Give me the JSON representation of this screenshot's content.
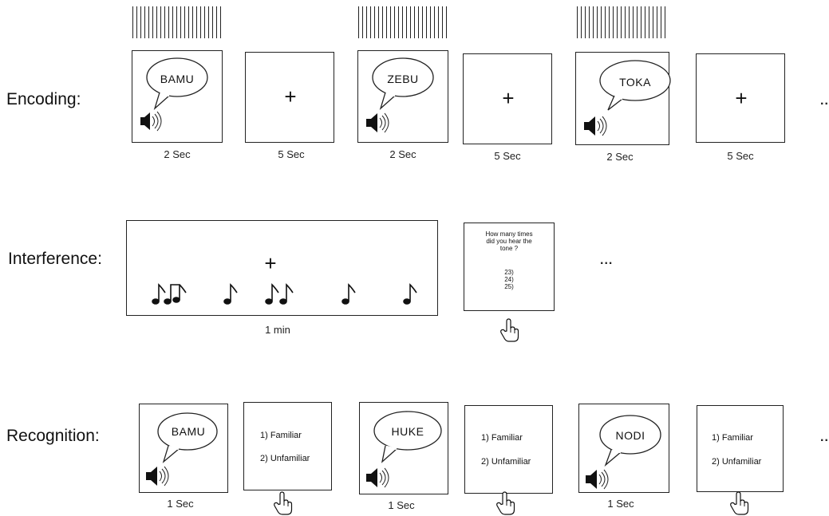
{
  "rows": {
    "encoding": {
      "label": "Encoding:",
      "stimuli": [
        {
          "word": "BAMU",
          "duration": "2 Sec"
        },
        {
          "fix": "+",
          "duration": "5 Sec"
        },
        {
          "word": "ZEBU",
          "duration": "2 Sec"
        },
        {
          "fix": "+",
          "duration": "5 Sec"
        },
        {
          "word": "TOKA",
          "duration": "2 Sec"
        },
        {
          "fix": "+",
          "duration": "5 Sec"
        }
      ],
      "ellipsis": "..."
    },
    "interference": {
      "label": "Interference:",
      "fix": "+",
      "duration": "1 min",
      "question_lines": [
        "How many times",
        "did you hear the",
        "tone ?"
      ],
      "options": [
        "23)",
        "24)",
        "25)"
      ],
      "ellipsis": "..."
    },
    "recognition": {
      "label": "Recognition:",
      "items": [
        {
          "word": "BAMU",
          "duration": "1 Sec"
        },
        {
          "word": "HUKE",
          "duration": "1 Sec"
        },
        {
          "word": "NODI",
          "duration": "1 Sec"
        }
      ],
      "choices": [
        "1) Familiar",
        "2) Unfamiliar"
      ],
      "ellipsis": "..."
    }
  }
}
